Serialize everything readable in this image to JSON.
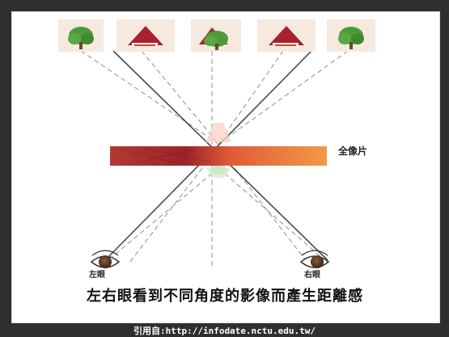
{
  "labels": {
    "film": "全像片",
    "left_eye": "左眼",
    "right_eye": "右眼"
  },
  "caption": "左右眼看到不同角度的影像而產生距離感",
  "source": "引用自:http://infodate.nctu.edu.tw/",
  "tiles": [
    {
      "type": "tree"
    },
    {
      "type": "house"
    },
    {
      "type": "tree-house"
    },
    {
      "type": "house"
    },
    {
      "type": "tree"
    }
  ],
  "colors": {
    "background": "#2f2f2f",
    "tile": "#f6e9df",
    "tree": "#4e9a3a",
    "house": "#a8222e",
    "film_dark": "#a32a2c",
    "film_light": "#f08a3e",
    "ray_solid": "#555555",
    "ray_dashed": "#9a9a9a"
  }
}
